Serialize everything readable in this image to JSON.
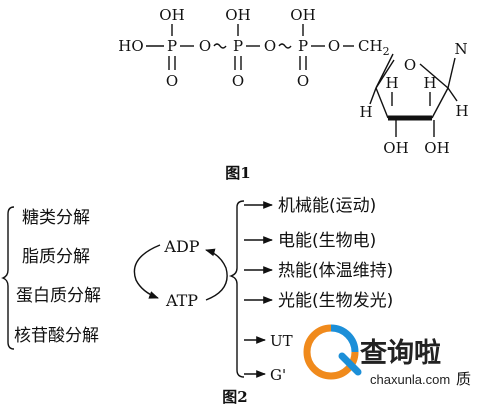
{
  "figure1": {
    "caption": "图1",
    "phosphate_top": [
      "OH",
      "OH",
      "OH"
    ],
    "phosphorus": [
      "P",
      "P",
      "P"
    ],
    "phosphate_bottom": [
      "O",
      "O",
      "O"
    ],
    "ho": "HO",
    "bridge_o": [
      "O",
      "O",
      "O"
    ],
    "ch": "CH",
    "ch_sub": "2",
    "ring_o": "O",
    "base": "N",
    "ring_h": [
      "H",
      "H",
      "H",
      "H"
    ],
    "ring_oh": [
      "OH",
      "OH"
    ]
  },
  "figure2": {
    "caption": "图2",
    "sources": [
      "糖类分解",
      "脂质分解",
      "蛋白质分解",
      "核苷酸分解"
    ],
    "adp": "ADP",
    "atp": "ATP",
    "uses": [
      "机械能(运动)",
      "电能(生物电)",
      "热能(体温维持)",
      "光能(生物发光)",
      "UT",
      "G'"
    ]
  },
  "watermark": {
    "text": "查询啦",
    "url": "chaxunla.com",
    "tail": "质",
    "colors": {
      "orange": "#f08a1c",
      "blue": "#1c8fd8"
    }
  }
}
